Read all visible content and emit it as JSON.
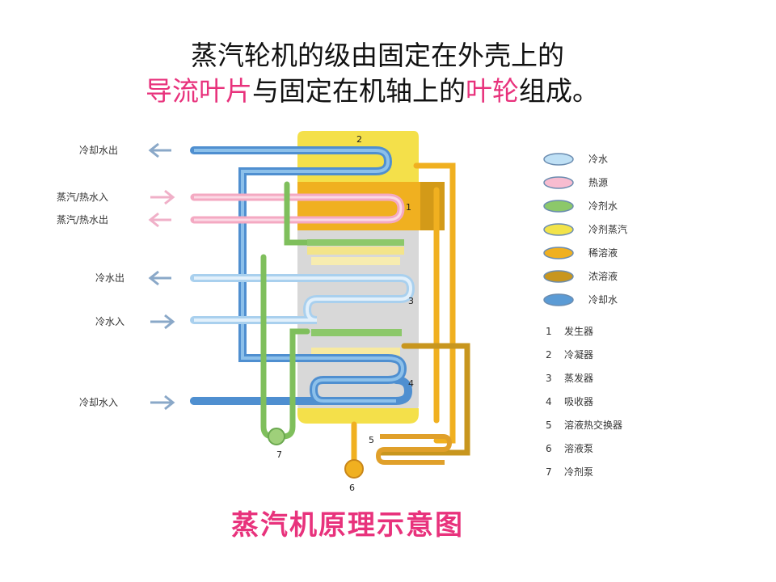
{
  "title": {
    "line1": "蒸汽轮机的级由固定在外壳上的",
    "line2_hl1": "导流叶片",
    "line2_mid1": "与固定在机轴上的",
    "line2_hl2": "叶轮",
    "line2_end": "组成。"
  },
  "caption": "蒸汽机原理示意图",
  "diagram": {
    "pipe_labels": [
      "冷却水出",
      "蒸汽/热水入",
      "蒸汽/热水出",
      "冷水出",
      "冷水入",
      "冷却水入"
    ],
    "legend": [
      {
        "label": "冷水",
        "color": "#bfe0f5"
      },
      {
        "label": "热源",
        "color": "#f7bcd0"
      },
      {
        "label": "冷剂水",
        "color": "#8cc86a"
      },
      {
        "label": "冷剂蒸汽",
        "color": "#f2e34a"
      },
      {
        "label": "稀溶液",
        "color": "#f0b020"
      },
      {
        "label": "浓溶液",
        "color": "#c8961e"
      },
      {
        "label": "冷却水",
        "color": "#5b9bd5"
      }
    ],
    "components": [
      {
        "num": "1",
        "name": "发生器"
      },
      {
        "num": "2",
        "name": "冷凝器"
      },
      {
        "num": "3",
        "name": "蒸发器"
      },
      {
        "num": "4",
        "name": "吸收器"
      },
      {
        "num": "5",
        "name": "溶液热交换器"
      },
      {
        "num": "6",
        "name": "溶液泵"
      },
      {
        "num": "7",
        "name": "冷剂泵"
      }
    ],
    "markers": [
      "1",
      "2",
      "3",
      "4",
      "5",
      "6",
      "7"
    ]
  }
}
